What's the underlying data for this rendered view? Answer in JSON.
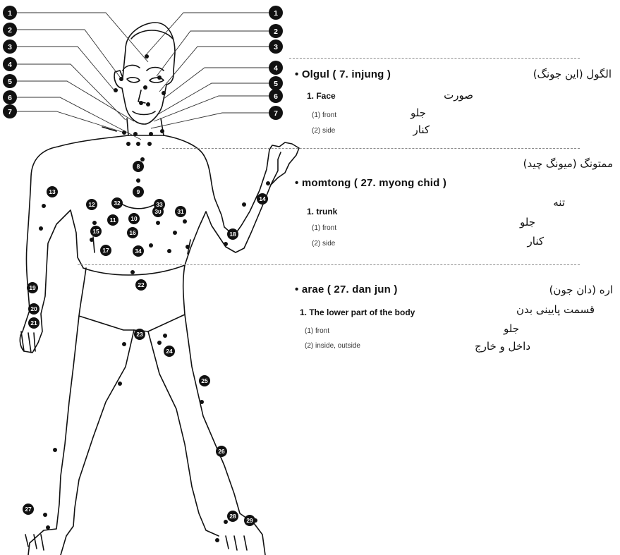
{
  "sections": [
    {
      "heading": "• Olgul ( 7. injung )",
      "persian_heading": "الگول (این جونگ)",
      "part": "1. Face",
      "persian_part": "صورت",
      "items": [
        "(1) front",
        "(2) side"
      ],
      "persian_items": [
        "جلو",
        "کنار"
      ]
    },
    {
      "heading": "• momtong ( 27. myong chid )",
      "persian_heading": "ممتونگ (میونگ چید)",
      "part": "1. trunk",
      "persian_part": "تنه",
      "items": [
        "(1) front",
        "(2) side"
      ],
      "persian_items": [
        "جلو",
        "کنار"
      ]
    },
    {
      "heading": "• arae ( 27. dan jun )",
      "persian_heading": "اره (دان جون)",
      "part": "1. The lower part of the body",
      "persian_part": "قسمت پایینی بدن",
      "items": [
        "(1) front",
        "(2) inside, outside"
      ],
      "persian_items": [
        "جلو",
        "داخل و خارج"
      ]
    }
  ],
  "left_marker_labels": [
    "1",
    "2",
    "3",
    "4",
    "5",
    "6",
    "7"
  ],
  "right_marker_labels": [
    "1",
    "2",
    "3",
    "4",
    "5",
    "6",
    "7"
  ],
  "body_marker_labels": [
    "8",
    "9",
    "10",
    "11",
    "12",
    "13",
    "14",
    "15",
    "16",
    "17",
    "18",
    "19",
    "20",
    "21",
    "22",
    "23",
    "24",
    "25",
    "26",
    "27",
    "28",
    "29",
    "30",
    "31",
    "32",
    "33",
    "34"
  ]
}
